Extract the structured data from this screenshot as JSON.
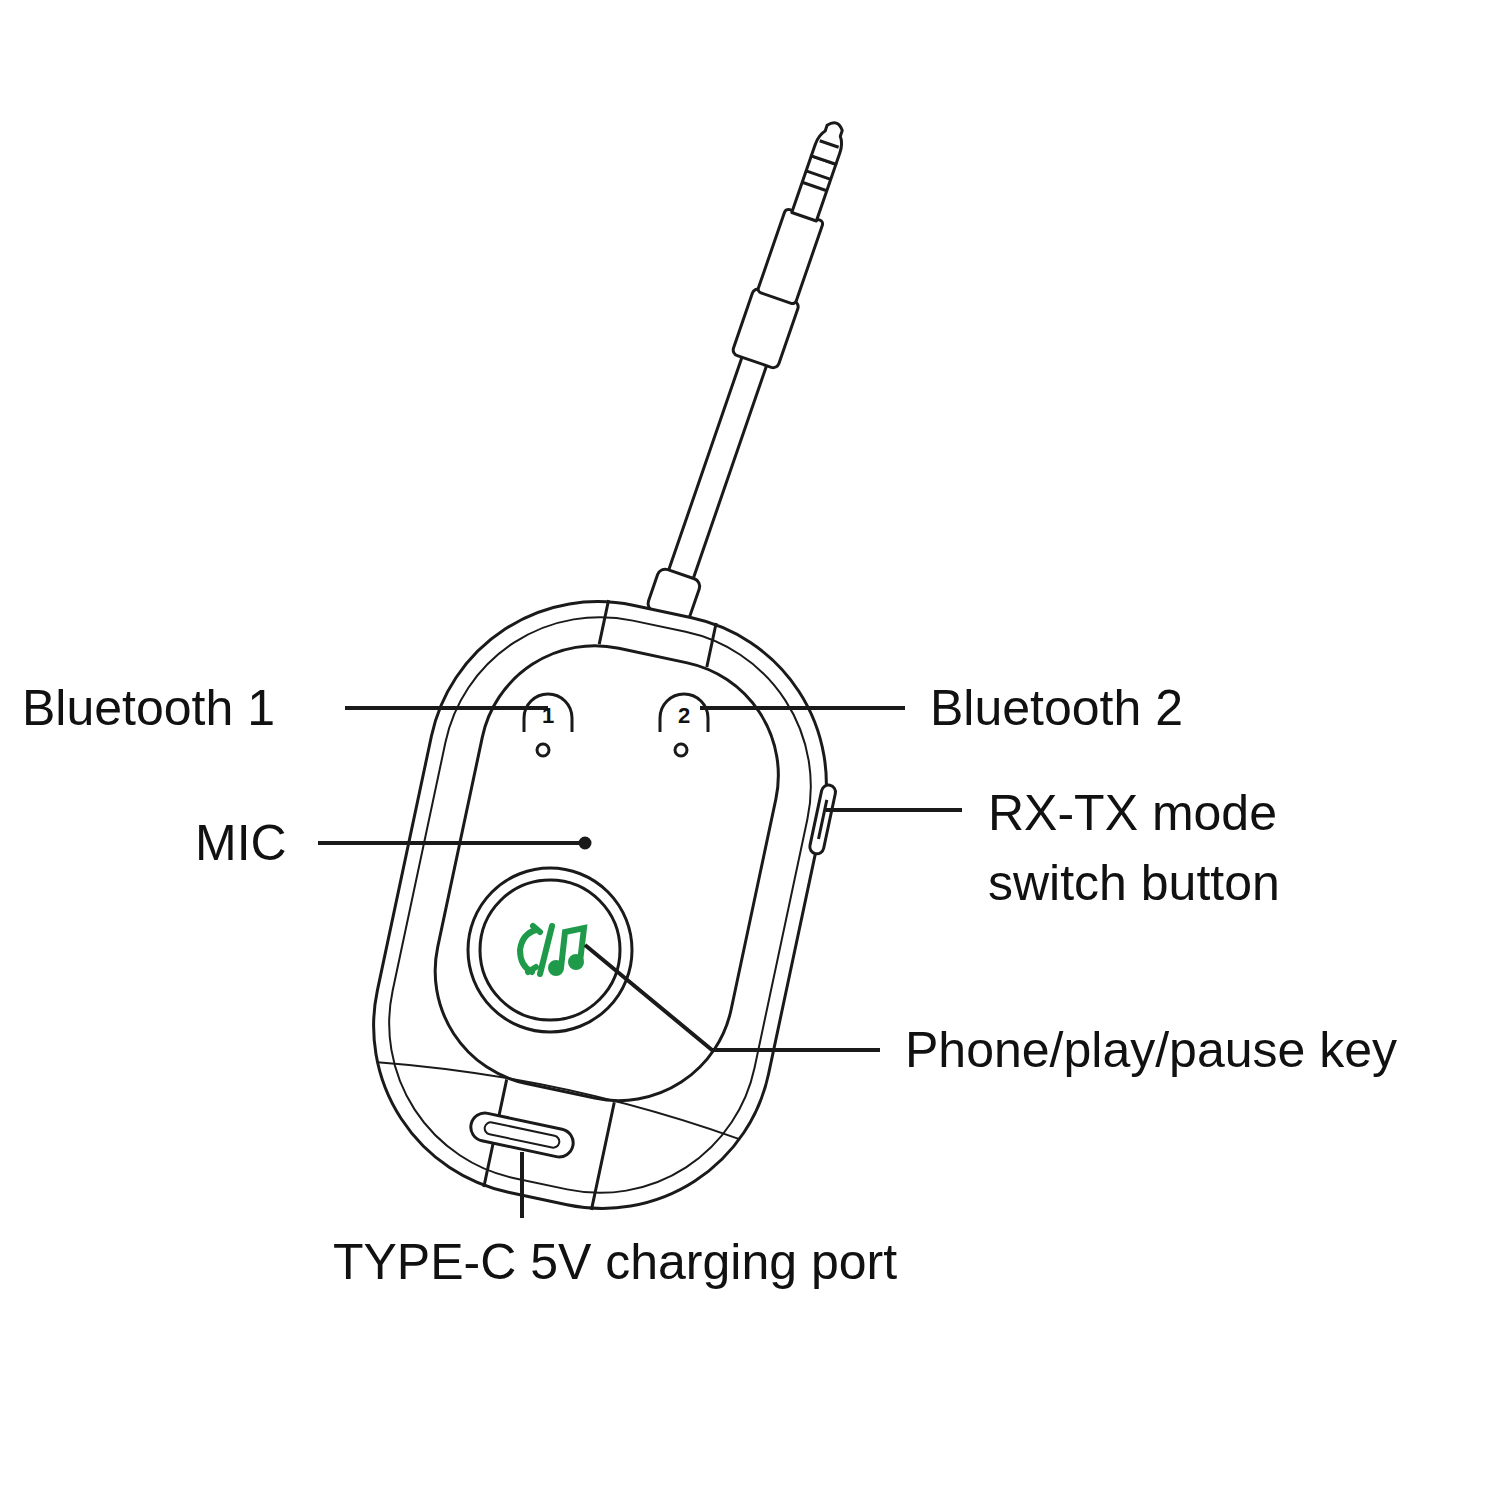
{
  "diagram": {
    "labels": [
      "Bluetooth 1",
      "1",
      "2",
      "Bluetooth 2",
      "MIC",
      "RX-TX mode switch button",
      "Phone/play/pause key",
      "TYPE-C 5V charging port"
    ]
  }
}
